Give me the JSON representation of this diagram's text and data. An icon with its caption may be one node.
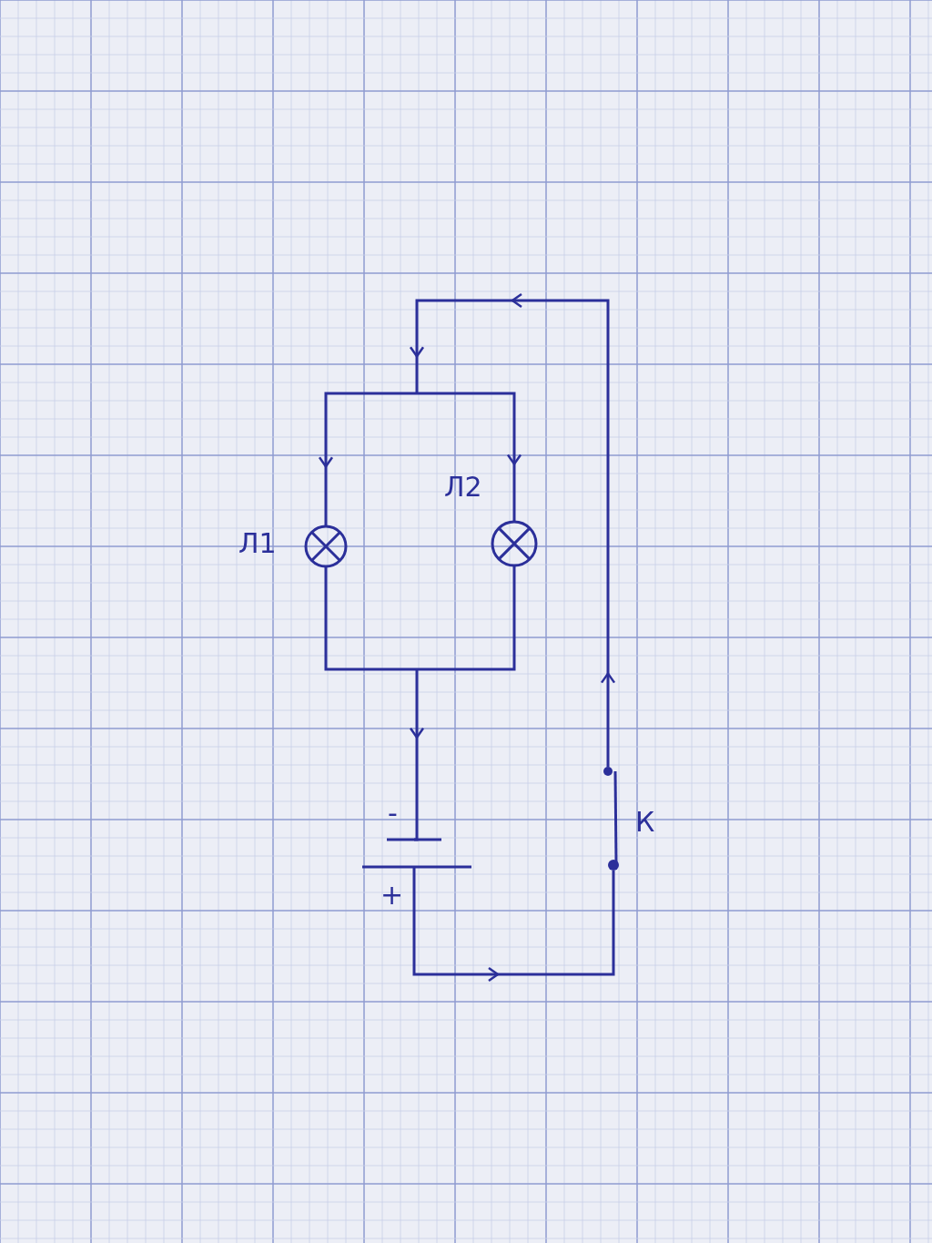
{
  "diagram": {
    "nodes": [
      {
        "text": [],
        "shape": "circle",
        "beside": [
          "Л1"
        ]
      },
      {
        "text": [],
        "shape": "circle",
        "beside": [
          "Л2"
        ]
      },
      {
        "text": [],
        "shape": "battery",
        "beside": [
          "-",
          "+"
        ]
      },
      {
        "text": [],
        "shape": "switch",
        "beside": [
          "К"
        ]
      }
    ],
    "edges": [
      {
        "from": 2,
        "to": 3,
        "arrow": "to"
      },
      {
        "from": 3,
        "to": 0,
        "arrow": "to"
      },
      {
        "from": 3,
        "to": 1,
        "arrow": "to"
      },
      {
        "from": 0,
        "to": 2,
        "arrow": "to"
      },
      {
        "from": 1,
        "to": 2,
        "arrow": "to"
      }
    ]
  }
}
